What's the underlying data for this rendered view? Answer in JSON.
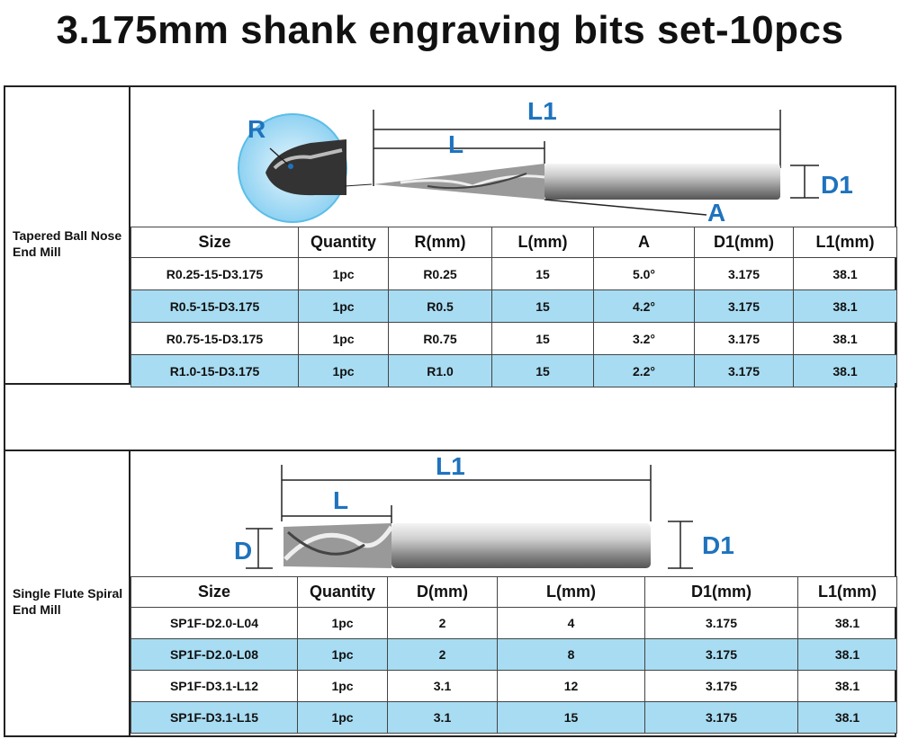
{
  "title": "3.175mm shank engraving bits set-10pcs",
  "colors": {
    "accent_blue": "#1e73be",
    "row_highlight": "#a8dcf2",
    "border": "#222222"
  },
  "section1": {
    "label": "Tapered Ball Nose End Mill",
    "diagram": {
      "L1": "L1",
      "L": "L",
      "R": "R",
      "A": "A",
      "D1": "D1"
    },
    "headers": [
      "Size",
      "Quantity",
      "R(mm)",
      "L(mm)",
      "A",
      "D1(mm)",
      "L1(mm)"
    ],
    "rows": [
      [
        "R0.25-15-D3.175",
        "1pc",
        "R0.25",
        "15",
        "5.0°",
        "3.175",
        "38.1"
      ],
      [
        "R0.5-15-D3.175",
        "1pc",
        "R0.5",
        "15",
        "4.2°",
        "3.175",
        "38.1"
      ],
      [
        "R0.75-15-D3.175",
        "1pc",
        "R0.75",
        "15",
        "3.2°",
        "3.175",
        "38.1"
      ],
      [
        "R1.0-15-D3.175",
        "1pc",
        "R1.0",
        "15",
        "2.2°",
        "3.175",
        "38.1"
      ]
    ]
  },
  "section2": {
    "label": "Single Flute Spiral End Mill",
    "diagram": {
      "L1": "L1",
      "L": "L",
      "D": "D",
      "D1": "D1"
    },
    "headers": [
      "Size",
      "Quantity",
      "D(mm)",
      "L(mm)",
      "D1(mm)",
      "L1(mm)"
    ],
    "rows": [
      [
        "SP1F-D2.0-L04",
        "1pc",
        "2",
        "4",
        "3.175",
        "38.1"
      ],
      [
        "SP1F-D2.0-L08",
        "1pc",
        "2",
        "8",
        "3.175",
        "38.1"
      ],
      [
        "SP1F-D3.1-L12",
        "1pc",
        "3.1",
        "12",
        "3.175",
        "38.1"
      ],
      [
        "SP1F-D3.1-L15",
        "1pc",
        "3.1",
        "15",
        "3.175",
        "38.1"
      ]
    ]
  }
}
